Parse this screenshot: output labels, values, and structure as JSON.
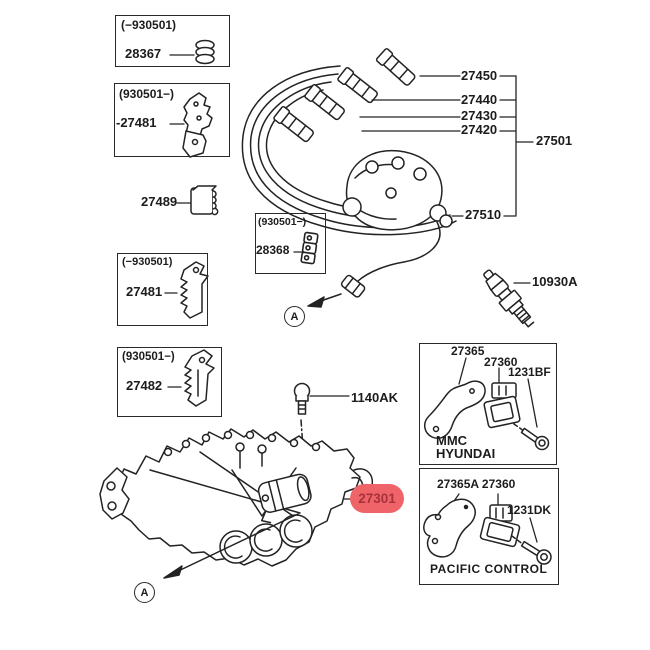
{
  "colors": {
    "bg": "#ffffff",
    "ink": "#1c1c1c",
    "highlight-fill": "#ef6468",
    "highlight-text": "#a8323c"
  },
  "boxes": {
    "b28367": {
      "date_code": "(−930501)",
      "part": "28367"
    },
    "b27481_after": {
      "date_code": "(930501−)",
      "part": "-27481"
    },
    "b27481_before": {
      "date_code": "(−930501)",
      "part": "27481"
    },
    "b27482": {
      "date_code": "(930501−)",
      "part": "27482"
    },
    "b28368": {
      "date_code": "(930501−)",
      "part": "28368"
    },
    "mmc": {
      "part_bracket": "27365",
      "part_sensor": "27360",
      "part_bolt": "1231BF",
      "caption_line1": "MMC",
      "caption_line2": "HYUNDAI"
    },
    "pacific": {
      "part_combo": "27365A 27360",
      "part_bolt": "1231DK",
      "caption": "PACIFIC CONTROL"
    }
  },
  "labels": {
    "p27489": "27489",
    "p27450": "27450",
    "p27440": "27440",
    "p27430": "27430",
    "p27420": "27420",
    "p27501": "27501",
    "p27510": "27510",
    "p10930A": "10930A",
    "p1140AK": "1140AK"
  },
  "highlight": {
    "part": "27301"
  },
  "markers": {
    "view_a_upper": "A",
    "view_a_lower": "A"
  }
}
